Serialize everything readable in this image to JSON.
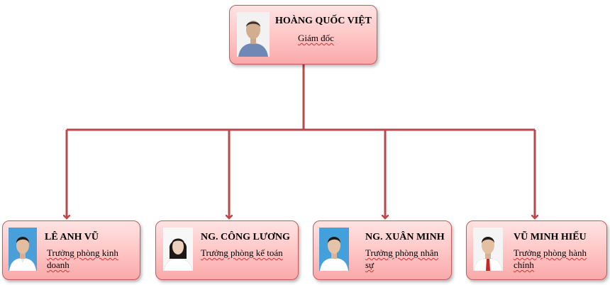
{
  "colors": {
    "connector": "#b74a4a",
    "box_border": "#c25a5a",
    "box_fill": "#ffc4c4"
  },
  "director": {
    "name": "HOÀNG QUỐC VIỆT",
    "role": "Giám đốc",
    "photo_icon": "portrait-man-icon"
  },
  "managers": [
    {
      "name": "LÊ ANH VŨ",
      "role": "Trưởng phòng kinh doanh",
      "photo_icon": "portrait-man-icon"
    },
    {
      "name": "NG. CÔNG LƯƠNG",
      "role": "Trưởng phòng kế toán",
      "photo_icon": "portrait-woman-icon"
    },
    {
      "name": "NG. XUÂN MINH",
      "role": "Trưởng phòng nhân sự",
      "photo_icon": "portrait-man-icon"
    },
    {
      "name": "VŨ MINH HIẾU",
      "role": "Trưởng phòng hành chính",
      "photo_icon": "portrait-man-icon"
    }
  ]
}
